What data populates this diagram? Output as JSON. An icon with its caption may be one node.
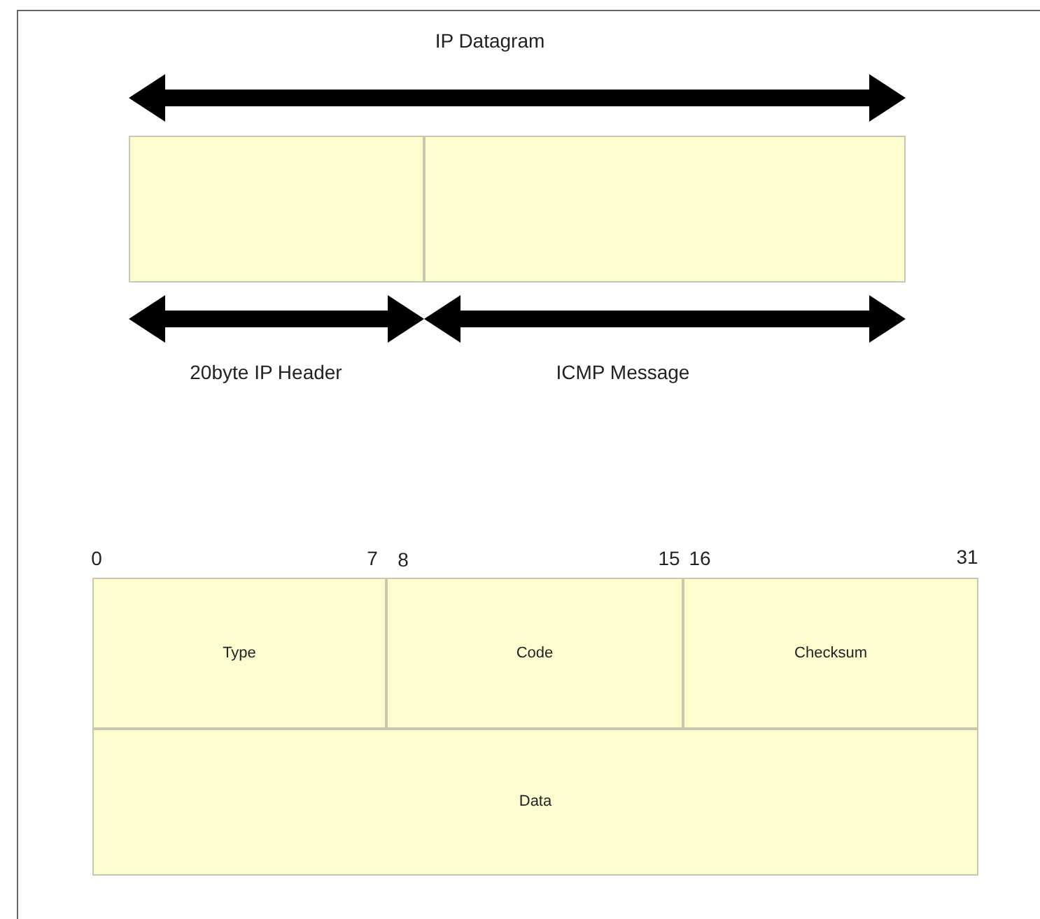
{
  "diagram": {
    "nodes": [
      {
        "text": [],
        "shape": "box"
      },
      {
        "text": [],
        "shape": "box"
      },
      {
        "text": [
          "Type"
        ]
      },
      {
        "text": [
          "Code"
        ]
      },
      {
        "text": [
          "Checksum"
        ]
      },
      {
        "text": [
          "Data"
        ]
      }
    ],
    "labels": [
      "IP Datagram",
      "20byte IP Header",
      "ICMP Message",
      "0",
      "7",
      "8",
      "15",
      "16",
      "31"
    ]
  }
}
